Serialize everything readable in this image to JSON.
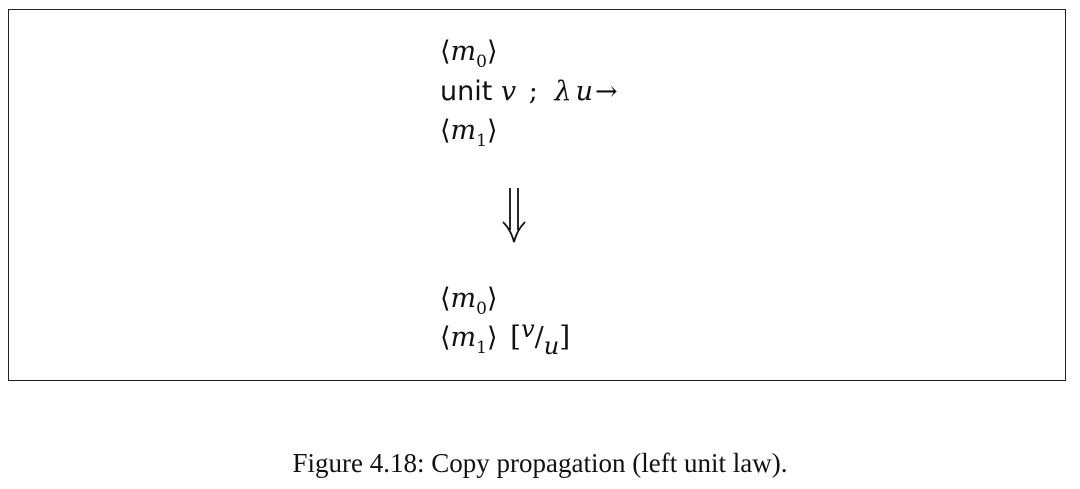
{
  "figure": {
    "rule_before": {
      "line1": {
        "open": "⟨",
        "var": "m",
        "sub": "0",
        "close": "⟩"
      },
      "line2": {
        "keyword": "unit",
        "arg": "v",
        "sep": ";",
        "lambda": "λ",
        "binder": "u",
        "arrow": "→"
      },
      "line3": {
        "open": "⟨",
        "var": "m",
        "sub": "1",
        "close": "⟩"
      }
    },
    "rule_after": {
      "line1": {
        "open": "⟨",
        "var": "m",
        "sub": "0",
        "close": "⟩"
      },
      "line2": {
        "open": "⟨",
        "var": "m",
        "sub": "1",
        "close": "⟩",
        "lbracket": "[",
        "num": "v",
        "slash": "/",
        "den": "u",
        "rbracket": "]"
      }
    },
    "caption": "Figure 4.18: Copy propagation (left unit law)."
  }
}
